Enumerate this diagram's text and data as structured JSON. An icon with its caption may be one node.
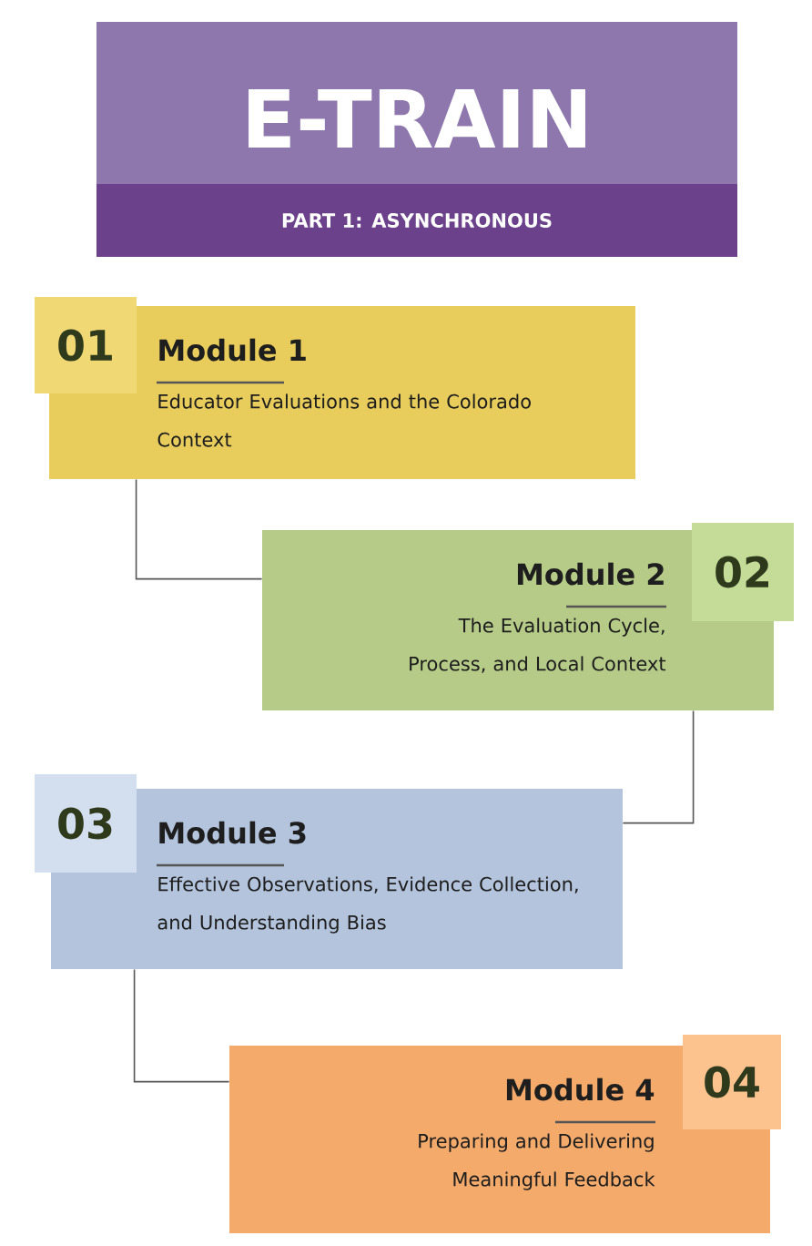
{
  "diagram": {
    "nodes": [
      {
        "text": [
          "E-TRAIN",
          "PART 1: ASYNCHRONOUS"
        ]
      },
      {
        "text": [
          "Module 1",
          "Educator Evaluations and the Colorado Context"
        ]
      },
      {
        "text": [
          "01"
        ]
      },
      {
        "text": [
          "Module 2",
          "The Evaluation Cycle, Process, and Local Context"
        ]
      },
      {
        "text": [
          "02"
        ]
      },
      {
        "text": [
          "Module 3",
          "Effective Observations, Evidence Collection, and Understanding Bias"
        ]
      },
      {
        "text": [
          "03"
        ]
      },
      {
        "text": [
          "Module 4",
          "Preparing and Delivering Meaningful Feedback"
        ]
      },
      {
        "text": [
          "04"
        ]
      }
    ],
    "edges": [
      {
        "from": 1,
        "to": 3,
        "arrow": "none"
      },
      {
        "from": 3,
        "to": 5,
        "arrow": "none"
      },
      {
        "from": 5,
        "to": 7,
        "arrow": "none"
      }
    ]
  }
}
